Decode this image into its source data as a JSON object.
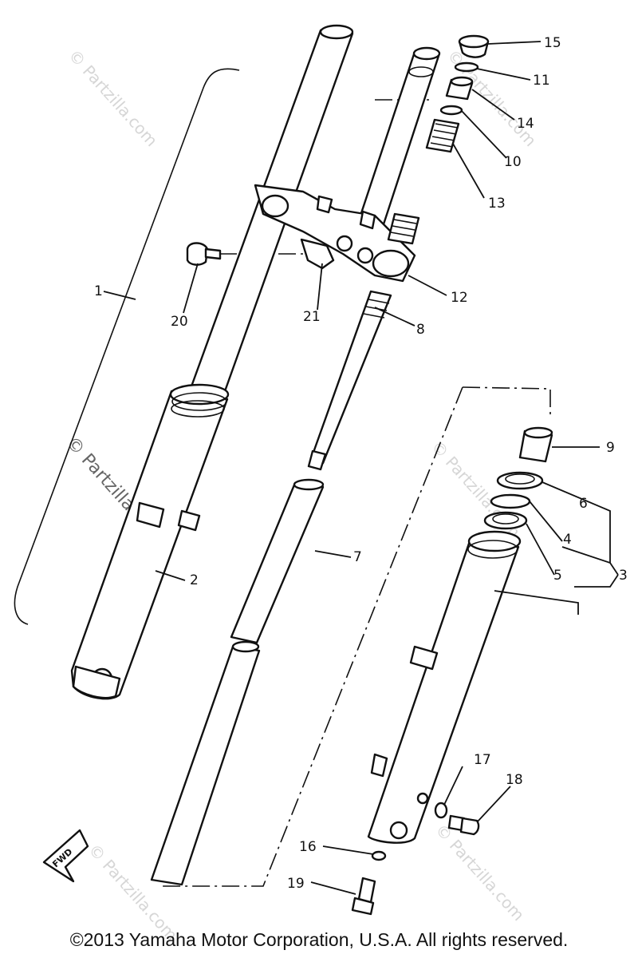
{
  "watermark": "© Partzilla.com",
  "fwd_label": "FWD",
  "copyright": "©2013  Yamaha Motor Corporation, U.S.A. All rights reserved.",
  "callouts": {
    "c1": "1",
    "c2": "2",
    "c3": "3",
    "c4": "4",
    "c5": "5",
    "c6": "6",
    "c7": "7",
    "c8": "8",
    "c9": "9",
    "c10": "10",
    "c11": "11",
    "c12": "12",
    "c13": "13",
    "c14": "14",
    "c15": "15",
    "c16": "16",
    "c17": "17",
    "c18": "18",
    "c19": "19",
    "c20": "20",
    "c21": "21"
  }
}
